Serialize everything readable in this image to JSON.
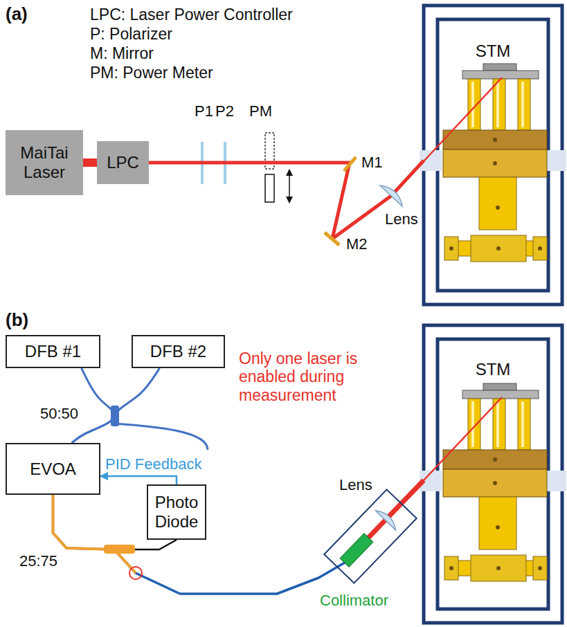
{
  "diagram": {
    "nodes": [
      {
        "text": [
          "MaiTai Laser"
        ]
      },
      {
        "text": [
          "LPC"
        ]
      },
      {
        "text": [
          "STM"
        ]
      },
      {
        "text": [
          "DFB #1"
        ]
      },
      {
        "text": [
          "DFB #2"
        ]
      },
      {
        "text": [
          "EVOA"
        ]
      },
      {
        "text": [
          "Photo Diode"
        ]
      },
      {
        "text": [
          "STM"
        ]
      }
    ],
    "edges": [
      {
        "from": 0,
        "to": 1,
        "arrow": "none"
      },
      {
        "from": 1,
        "to": 2,
        "arrow": "none"
      },
      {
        "from": 3,
        "to": 5,
        "arrow": "none"
      },
      {
        "from": 4,
        "to": 5,
        "arrow": "none"
      },
      {
        "from": 5,
        "to": 6,
        "arrow": "none"
      },
      {
        "from": 5,
        "to": 7,
        "arrow": "none"
      },
      {
        "from": 6,
        "to": 5,
        "arrow": "to",
        "label": "PID Feedback"
      }
    ],
    "labels": [
      "(a)",
      "LPC: Laser Power Controller",
      "P: Polarizer",
      "M: Mirror",
      "PM: Power Meter",
      "P1",
      "P2",
      "PM",
      "M1",
      "M2",
      "Lens",
      "(b)",
      "Only one laser is enabled during measurement",
      "50:50",
      "25:75",
      "Lens",
      "Collimator"
    ]
  }
}
